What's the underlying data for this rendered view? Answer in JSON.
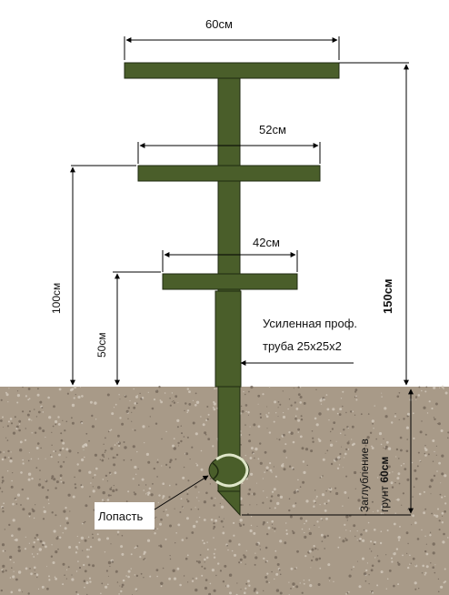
{
  "colors": {
    "post": "#4a5e2a",
    "post_outline": "#1f2a10",
    "soil": "#a89a88",
    "soil_dots_light": "#d8d0c4",
    "soil_dots_dark": "#6b5e52",
    "dimension_line": "#000000"
  },
  "dimensions": {
    "top_bar_width": "60см",
    "middle_bar_width": "52см",
    "lower_bar_width": "42см",
    "height_middle_bar": "100см",
    "height_lower_bar": "50см",
    "total_height": "150см"
  },
  "labels": {
    "pipe_line1": "Усиленная проф.",
    "pipe_line2": "труба 25х25х2",
    "depth_line1": "Заглубление в",
    "depth_line2_prefix": "грунт ",
    "depth_value": "60см",
    "blade": "Лопасть"
  }
}
